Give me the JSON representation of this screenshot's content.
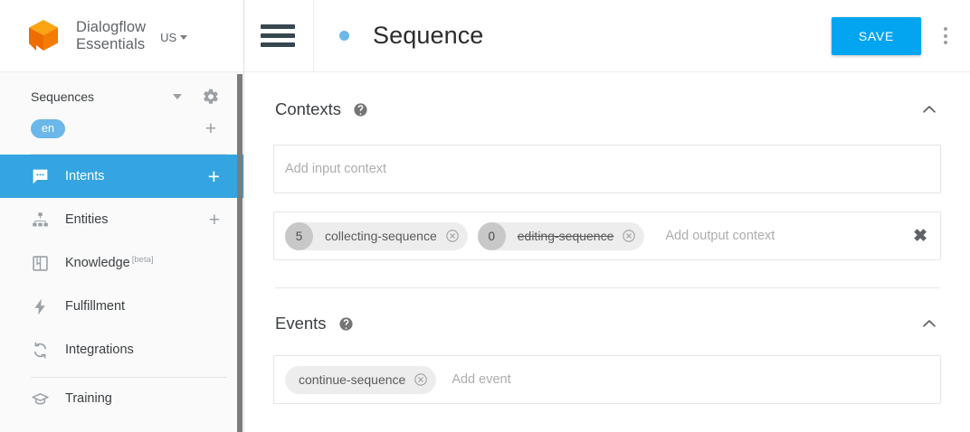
{
  "sidebar": {
    "brand": {
      "line1": "Dialogflow",
      "line2": "Essentials",
      "region": "US"
    },
    "agent": {
      "name": "Sequences"
    },
    "language": {
      "chip": "en"
    },
    "add_language_label": "+",
    "add_intent_label": "+",
    "add_entity_label": "+",
    "items": [
      {
        "label": "Intents",
        "icon": "chat-bubble-icon",
        "active": true,
        "action": "+"
      },
      {
        "label": "Entities",
        "icon": "hierarchy-icon",
        "active": false,
        "action": "+"
      },
      {
        "label": "Knowledge",
        "icon": "book-icon",
        "active": false,
        "badge": "[beta]"
      },
      {
        "label": "Fulfillment",
        "icon": "lightning-bolt-icon",
        "active": false
      },
      {
        "label": "Integrations",
        "icon": "refresh-arrows-icon",
        "active": false
      },
      {
        "label": "Training",
        "icon": "graduation-cap-icon",
        "active": false
      }
    ]
  },
  "topbar": {
    "menu_icon": "hamburger-icon",
    "status_dot": "blue-dot",
    "title": "Sequence",
    "save_label": "SAVE",
    "more_icon": "kebab-menu-icon"
  },
  "contexts": {
    "title": "Contexts",
    "help_icon": "help-circle-icon",
    "collapse_icon": "chevron-up-icon",
    "input_placeholder": "Add input context",
    "output_placeholder": "Add output context",
    "output_chips": [
      {
        "lifespan": "5",
        "name": "collecting-sequence",
        "struck": false
      },
      {
        "lifespan": "0",
        "name": "editing-sequence",
        "struck": true
      }
    ],
    "clear_label": "✖"
  },
  "events": {
    "title": "Events",
    "help_icon": "help-circle-icon",
    "collapse_icon": "chevron-up-icon",
    "placeholder": "Add event",
    "chips": [
      {
        "name": "continue-sequence"
      }
    ]
  },
  "colors": {
    "accent_blue": "#03a5f0",
    "nav_active": "#34a5e0",
    "logo_orange": "#f07f13",
    "chip_gray": "#ededed"
  }
}
